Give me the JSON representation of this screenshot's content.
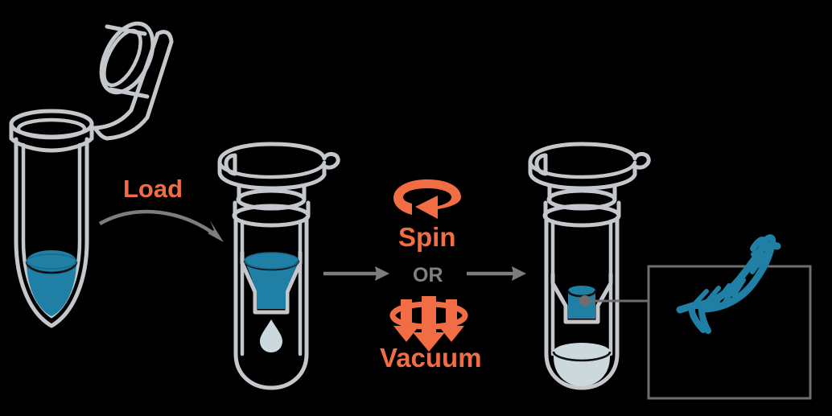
{
  "diagram": {
    "title": "Spin Column Nucleic Acid Purification Workflow",
    "background_color": "#000000",
    "palette": {
      "plastic_outline": "#C4C7CB",
      "sample_blue": "#1F7FA5",
      "flowthrough_light": "#CBD9DE",
      "accent_orange": "#F26D43",
      "neutral_gray": "#7D7D7D",
      "callout_gray": "#6E6E6E",
      "or_text_gray": "#808080"
    },
    "steps": [
      {
        "id": "step-1",
        "name": "sample-tube",
        "description": "Microcentrifuge tube with open hinged cap containing blue sample liquid",
        "contents_color": "#1F7FA5"
      },
      {
        "id": "step-2",
        "name": "loaded-spin-column",
        "description": "Spin column loaded with blue sample, droplet of flow-through below membrane",
        "contents_color": "#1F7FA5"
      },
      {
        "id": "step-3",
        "name": "processed-spin-column",
        "description": "Spin column after processing: nucleic acid bound on membrane, clear flow-through collected",
        "contents_color": "#1F7FA5",
        "flowthrough_color": "#CBD9DE"
      }
    ],
    "labels": {
      "load": "Load",
      "spin": "Spin",
      "or": "OR",
      "vacuum": "Vacuum"
    },
    "icons": {
      "load_arrow": "curved-arrow-icon",
      "spin": "circular-rotation-arrow-icon",
      "vacuum": "downward-suction-arrows-icon",
      "transition_left": "right-arrow-icon",
      "transition_right": "right-arrow-icon",
      "droplet": "droplet-icon",
      "dna": "dna-double-helix-icon"
    },
    "callout": {
      "name": "dna-callout-box",
      "content_icon": "dna-double-helix-icon",
      "content_color": "#1F7FA5",
      "leader_origin": "column-membrane"
    }
  }
}
